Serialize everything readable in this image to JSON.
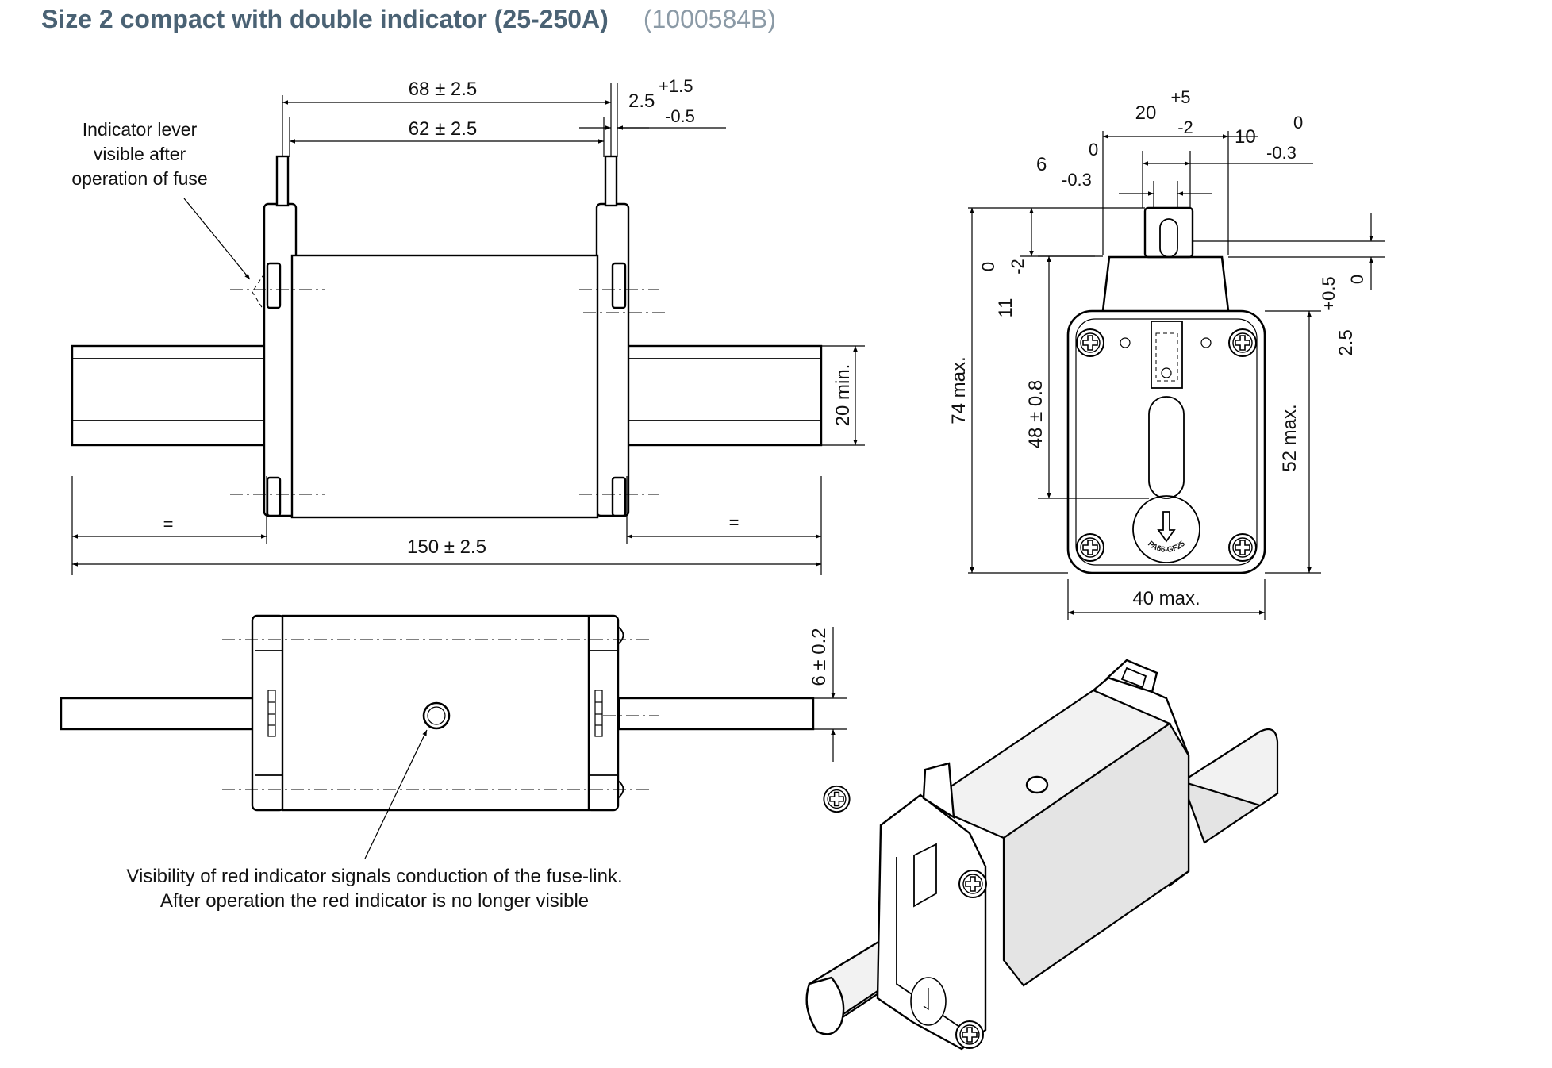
{
  "title": "Size 2 compact with double indicator (25-250A)",
  "code": "(1000584B)",
  "front_view": {
    "dim_68": "68 ± 2.5",
    "dim_62": "62 ± 2.5",
    "dim_2_5": "2.5",
    "tol_plus_1_5": "+1.5",
    "tol_minus_0_5": "-0.5",
    "dim_20_min": "20 min.",
    "dim_150": "150 ± 2.5",
    "equal_sign": "=",
    "note_lines": [
      "Indicator lever",
      "visible after",
      "operation of fuse"
    ]
  },
  "top_view": {
    "dim_6": "6 ± 0.2",
    "note_lines": [
      "Visibility of red indicator signals conduction of the fuse-link.",
      "After operation the red indicator is no longer visible"
    ]
  },
  "side_view": {
    "dim_20": "20",
    "tol_plus_5": "+5",
    "tol_minus_2": "-2",
    "dim_10": "10",
    "tol_0_a": "0",
    "tol_minus_0_3_a": "-0.3",
    "dim_6": "6",
    "tol_0_b": "0",
    "tol_minus_0_3_b": "-0.3",
    "dim_11": "11",
    "tol_0_c": "0",
    "tol_minus_2_c": "-2",
    "dim_74_max": "74 max.",
    "dim_48": "48 ± 0.8",
    "dim_52_max": "52 max.",
    "dim_2_5": "2.5",
    "tol_plus_0_5": "+0.5",
    "tol_0_d": "0",
    "dim_40_max": "40 max.",
    "label_text": "PA66-GF25"
  }
}
